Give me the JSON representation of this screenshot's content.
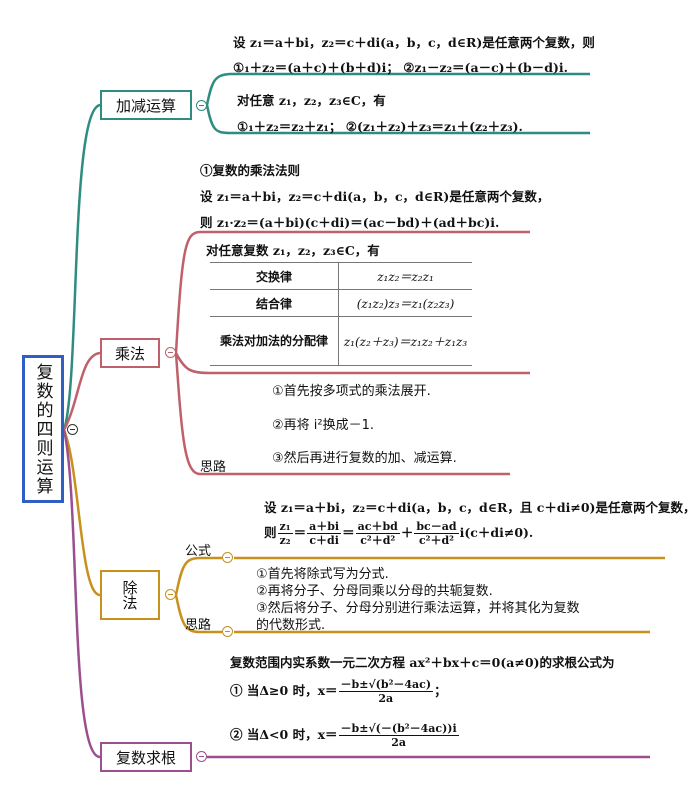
{
  "root": {
    "label": "复数的四则运算"
  },
  "colors": {
    "add": "#2f8c80",
    "mul": "#c0606c",
    "div": "#c8901c",
    "root_branch": "#9b4f8f",
    "root_border": "#2f5fc4"
  },
  "add": {
    "label": "加减运算",
    "line1": "设 z₁＝a＋bi，z₂＝c＋di(a，b，c，d∈R)是任意两个复数，则",
    "line2": "①₁＋z₂＝(a＋c)＋(b＋d)i；    ②z₁－z₂＝(a－c)＋(b－d)i.",
    "line3": "对任意 z₁，z₂，z₃∈C，有",
    "line4": "①₁＋z₂＝z₂＋z₁；    ②(z₁＋z₂)＋z₃＝z₁＋(z₂＋z₃)."
  },
  "mul": {
    "label": "乘法",
    "rule_title": "①复数的乘法法则",
    "rule1": "设 z₁＝a＋bi，z₂＝c＋di(a，b，c，d∈R)是任意两个复数，",
    "rule2": "则 z₁·z₂＝(a＋bi)(c＋di)＝(ac－bd)＋(ad＋bc)i.",
    "law_intro": "对任意复数 z₁，z₂，z₃∈C，有",
    "laws": [
      {
        "name": "交换律",
        "formula": "z₁z₂＝z₂z₁"
      },
      {
        "name": "结合律",
        "formula": "(z₁z₂)z₃＝z₁(z₂z₃)"
      },
      {
        "name": "乘法对加法的分配律",
        "formula": "z₁(z₂＋z₃)＝z₁z₂＋z₁z₃"
      }
    ],
    "idea_label": "思路",
    "ideas": [
      "①首先按多项式的乘法展开.",
      "②再将 i²换成－1.",
      "③然后再进行复数的加、减运算."
    ]
  },
  "div": {
    "label": "除法",
    "formula_label": "公式",
    "line1": "设 z₁＝a＋bi，z₂＝c＋di(a，b，c，d∈R，且 c＋di≠0)是任意两个复数，",
    "then": "则",
    "f1n": "z₁",
    "f1d": "z₂",
    "f2n": "a＋bi",
    "f2d": "c＋di",
    "f3n": "ac＋bd",
    "f3d": "c²＋d²",
    "f4n": "bc－ad",
    "f4d": "c²＋d²",
    "tail": "i(c＋di≠0).",
    "idea_label": "思路",
    "ideas": [
      "①首先将除式写为分式.",
      "②再将分子、分母同乘以分母的共轭复数.",
      "③然后将分子、分母分别进行乘法运算，并将其化为复数",
      "的代数形式."
    ]
  },
  "root_branch": {
    "label": "复数求根",
    "intro": "复数范围内实系数一元二次方程 ax²＋bx＋c＝0(a≠0)的求根公式为",
    "c1": "① 当Δ≥0 时，x＝",
    "c1n": "－b±√(b²－4ac)",
    "c1d": "2a",
    "c1end": "；",
    "c2": "② 当Δ<0 时，x＝",
    "c2n": "－b±√(－(b²－4ac))i",
    "c2d": "2a"
  }
}
